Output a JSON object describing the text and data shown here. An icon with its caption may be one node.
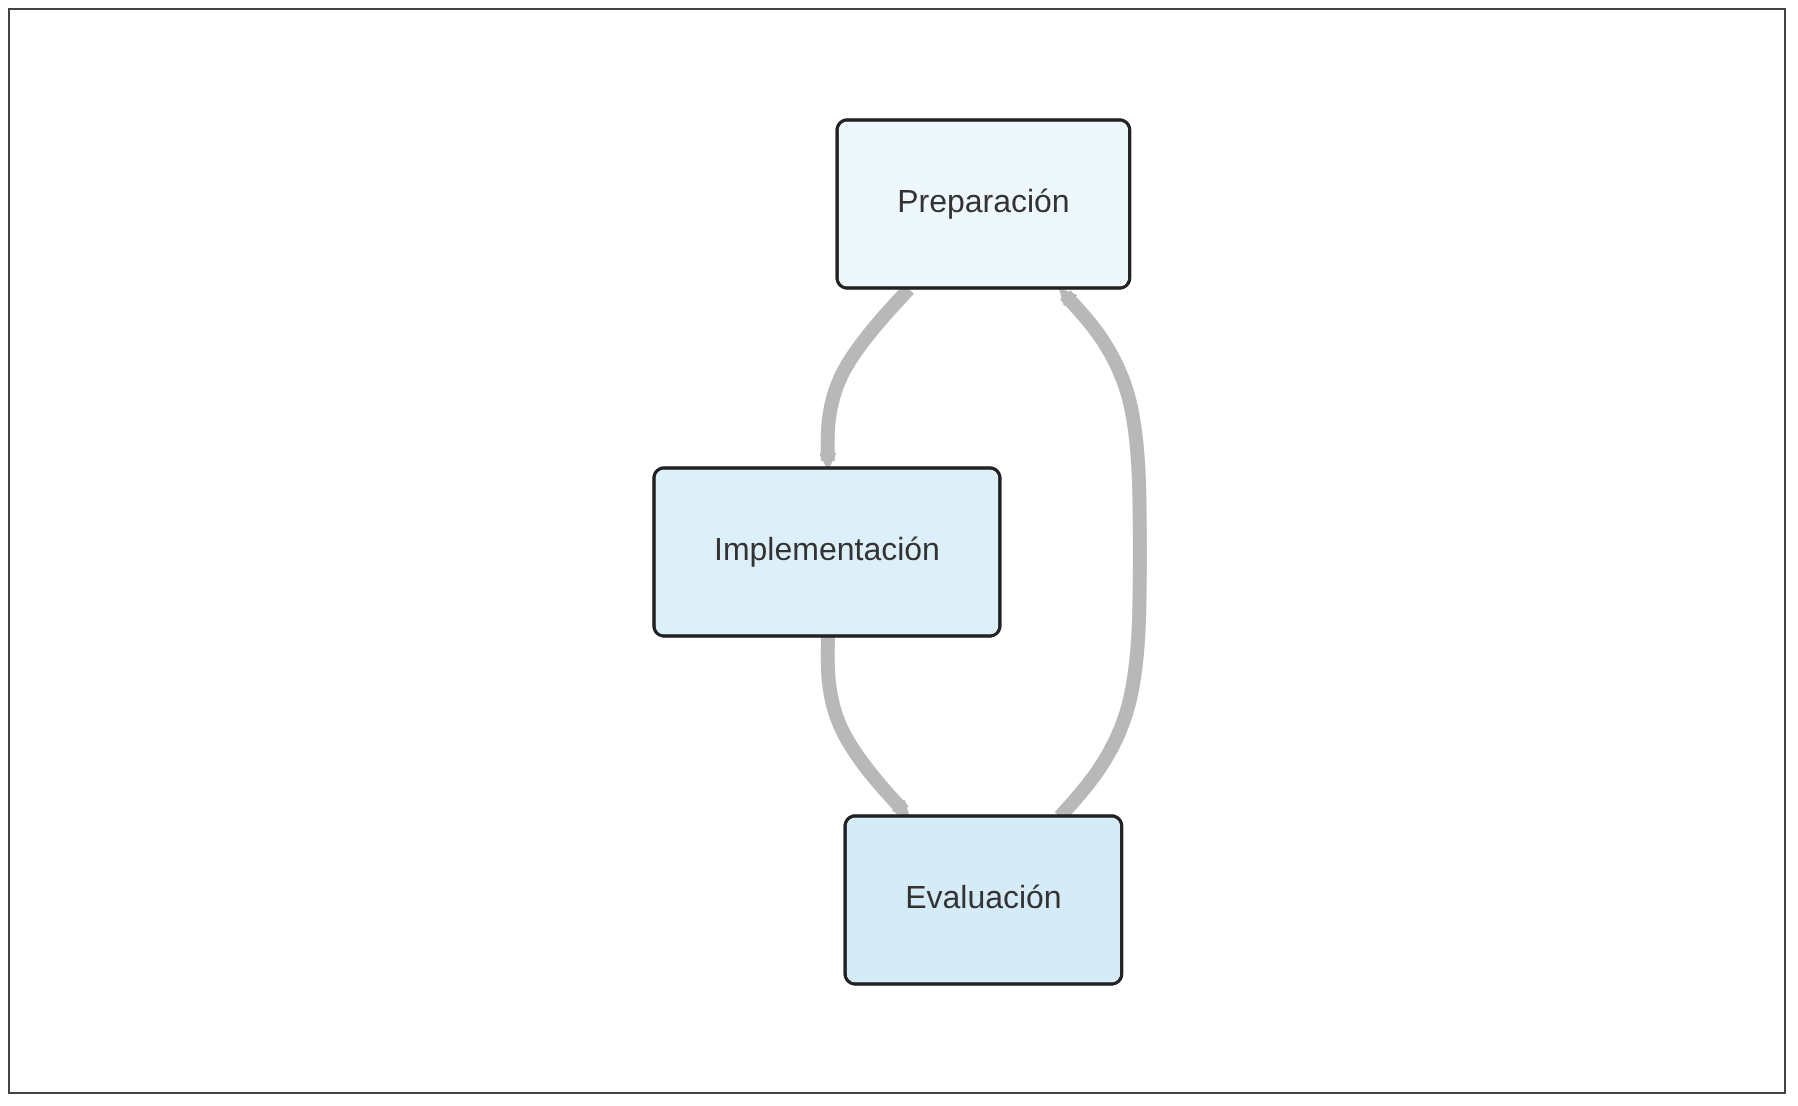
{
  "diagram": {
    "nodes": [
      {
        "text": [
          "Preparación"
        ]
      },
      {
        "text": [
          "Implementación"
        ]
      },
      {
        "text": [
          "Evaluación"
        ]
      }
    ],
    "edges": [
      {
        "from": 0,
        "to": 1,
        "arrow": "to"
      },
      {
        "from": 1,
        "to": 2,
        "arrow": "to"
      },
      {
        "from": 2,
        "to": 0,
        "arrow": "to"
      }
    ]
  }
}
